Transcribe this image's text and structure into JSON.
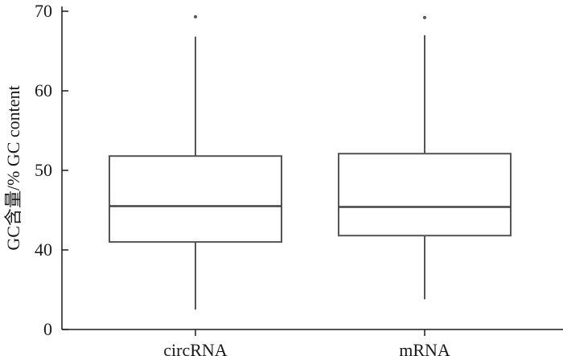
{
  "chart_data": {
    "type": "boxplot",
    "ylabel": "GC含量/% GC content",
    "xlabel": "",
    "ylim": [
      30,
      70
    ],
    "y_ticks": [
      {
        "value": 70,
        "label": "70"
      },
      {
        "value": 60,
        "label": "60"
      },
      {
        "value": 50,
        "label": "50"
      },
      {
        "value": 40,
        "label": "40"
      },
      {
        "value": 30,
        "label": "0"
      }
    ],
    "y_axis_break": true,
    "categories": [
      "circRNA",
      "mRNA"
    ],
    "boxes": [
      {
        "category": "circRNA",
        "whisker_low": 32.5,
        "q1": 41.0,
        "median": 45.5,
        "q3": 51.8,
        "whisker_high": 66.8,
        "outliers": [
          69.3
        ]
      },
      {
        "category": "mRNA",
        "whisker_low": 33.8,
        "q1": 41.8,
        "median": 45.4,
        "q3": 52.1,
        "whisker_high": 67.0,
        "outliers": [
          69.2
        ]
      }
    ],
    "colors": {
      "line": "#555555",
      "median": "#444444",
      "axis": "#1a1a1a"
    }
  }
}
